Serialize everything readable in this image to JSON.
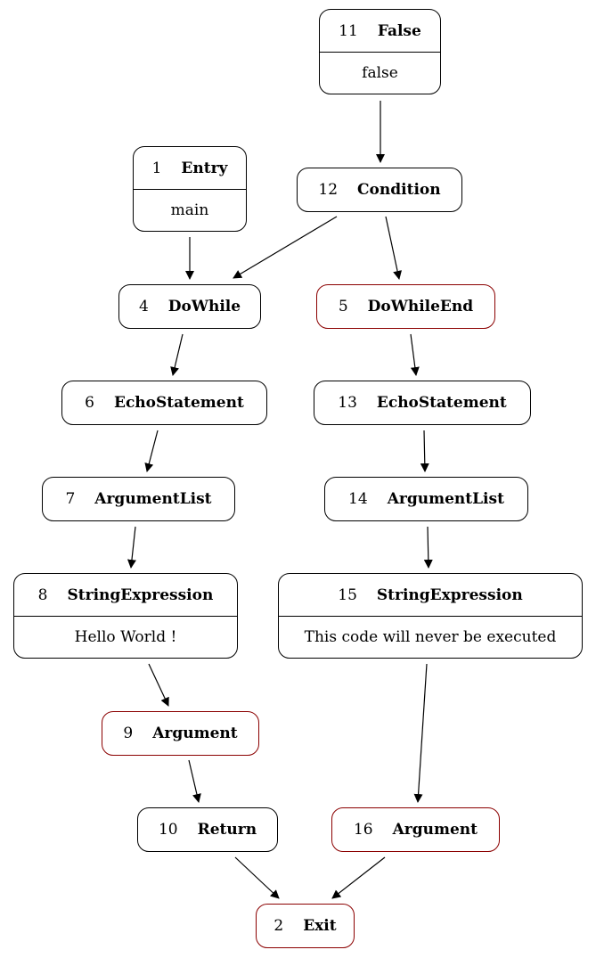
{
  "nodes": [
    {
      "id": "11",
      "kind": "False",
      "value": "false",
      "red": false
    },
    {
      "id": "1",
      "kind": "Entry",
      "value": "main",
      "red": false
    },
    {
      "id": "12",
      "kind": "Condition",
      "red": false
    },
    {
      "id": "4",
      "kind": "DoWhile",
      "red": false
    },
    {
      "id": "5",
      "kind": "DoWhileEnd",
      "red": true
    },
    {
      "id": "6",
      "kind": "EchoStatement",
      "red": false
    },
    {
      "id": "13",
      "kind": "EchoStatement",
      "red": false
    },
    {
      "id": "7",
      "kind": "ArgumentList",
      "red": false
    },
    {
      "id": "14",
      "kind": "ArgumentList",
      "red": false
    },
    {
      "id": "8",
      "kind": "StringExpression",
      "value": "Hello World !",
      "red": false
    },
    {
      "id": "15",
      "kind": "StringExpression",
      "value": "This code will never be executed",
      "red": false
    },
    {
      "id": "9",
      "kind": "Argument",
      "red": true
    },
    {
      "id": "10",
      "kind": "Return",
      "red": false
    },
    {
      "id": "16",
      "kind": "Argument",
      "red": true
    },
    {
      "id": "2",
      "kind": "Exit",
      "red": true
    }
  ],
  "edges": [
    {
      "from": "11",
      "to": "12"
    },
    {
      "from": "1",
      "to": "4"
    },
    {
      "from": "12",
      "to": "4"
    },
    {
      "from": "12",
      "to": "5"
    },
    {
      "from": "4",
      "to": "6"
    },
    {
      "from": "5",
      "to": "13"
    },
    {
      "from": "6",
      "to": "7"
    },
    {
      "from": "13",
      "to": "14"
    },
    {
      "from": "7",
      "to": "8"
    },
    {
      "from": "14",
      "to": "15"
    },
    {
      "from": "8",
      "to": "9"
    },
    {
      "from": "15",
      "to": "16"
    },
    {
      "from": "9",
      "to": "10"
    },
    {
      "from": "10",
      "to": "2"
    },
    {
      "from": "16",
      "to": "2"
    }
  ],
  "colors": {
    "normal_border": "#000000",
    "red_border": "#8b0000",
    "edge": "#000000"
  }
}
